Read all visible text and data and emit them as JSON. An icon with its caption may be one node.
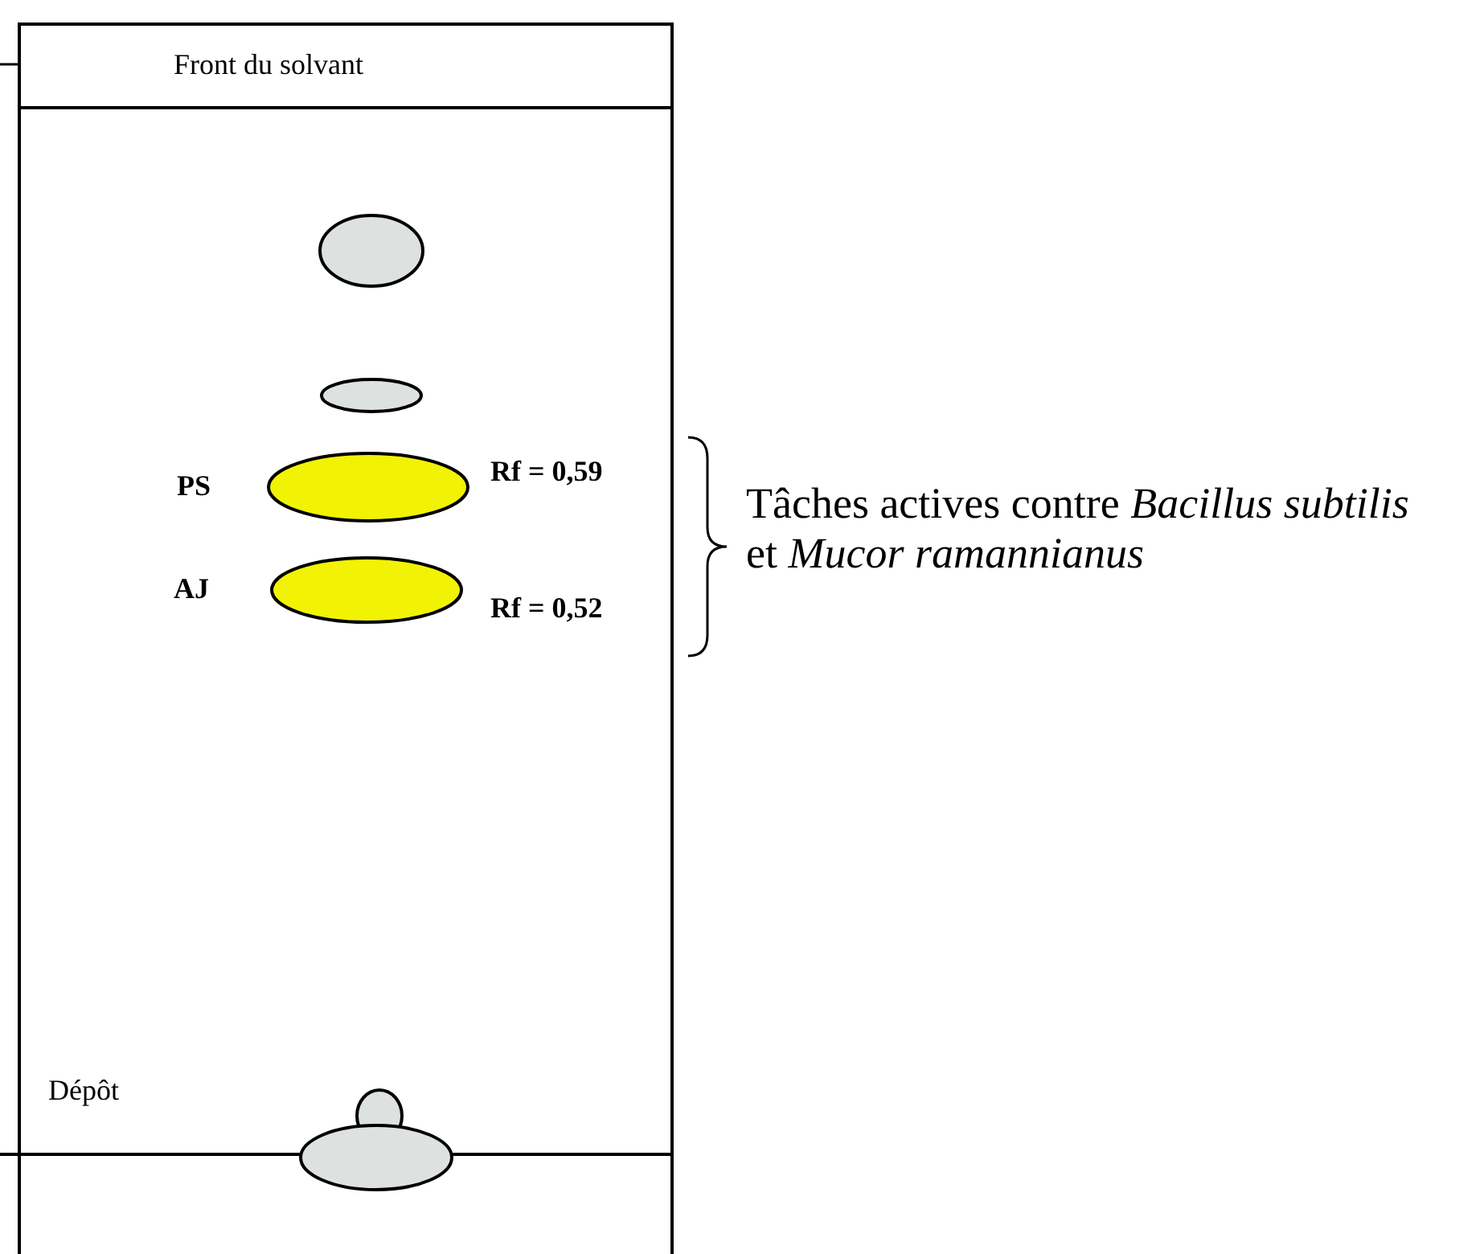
{
  "diagram": {
    "labels": [
      "Front du solvant",
      "PS",
      "Rf = 0,59",
      "AJ",
      "Rf = 0,52",
      "Tâches actives contre *Bacillus subtilis* et *Mucor ramannianus*",
      "Dépôt"
    ]
  }
}
